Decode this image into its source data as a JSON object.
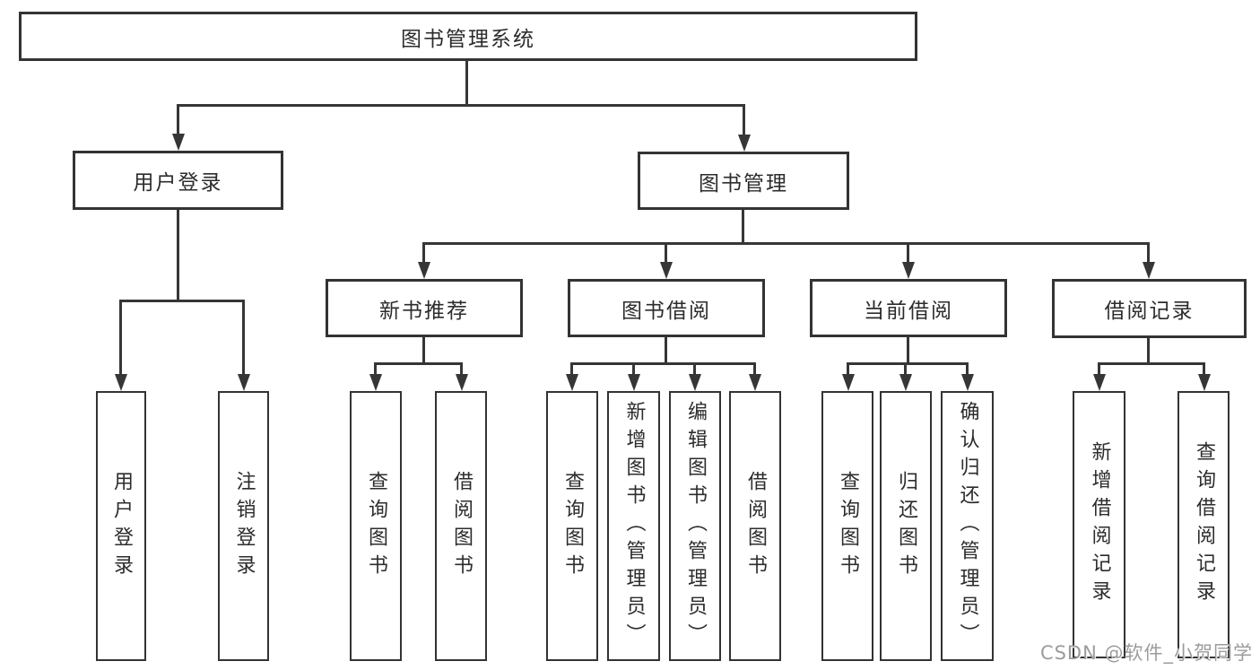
{
  "nodes": {
    "root": "图书管理系统",
    "user_login": "用户登录",
    "book_mgmt": "图书管理",
    "new_book_rec": "新书推荐",
    "book_borrow": "图书借阅",
    "current_borrow": "当前借阅",
    "borrow_records": "借阅记录",
    "ul_user_login": "用户登录",
    "ul_logout": "注销登录",
    "nb_query_books": "查询图书",
    "nb_borrow_books": "借阅图书",
    "bb_query_books": "查询图书",
    "bb_add_books": "新增图书（管理员）",
    "bb_edit_books": "编辑图书（管理员）",
    "bb_borrow_books": "借阅图书",
    "cb_query_books": "查询图书",
    "cb_return_books": "归还图书",
    "cb_confirm_return": "确认归还（管理员）",
    "br_add_record": "新增借阅记录",
    "br_query_record": "查询借阅记录"
  },
  "watermark": "CSDN @软件_小贺同学",
  "colors": {
    "line": "#363636",
    "text": "#2c2c2c",
    "watermark_text": "#9c9c9c",
    "background": "#ffffff"
  }
}
